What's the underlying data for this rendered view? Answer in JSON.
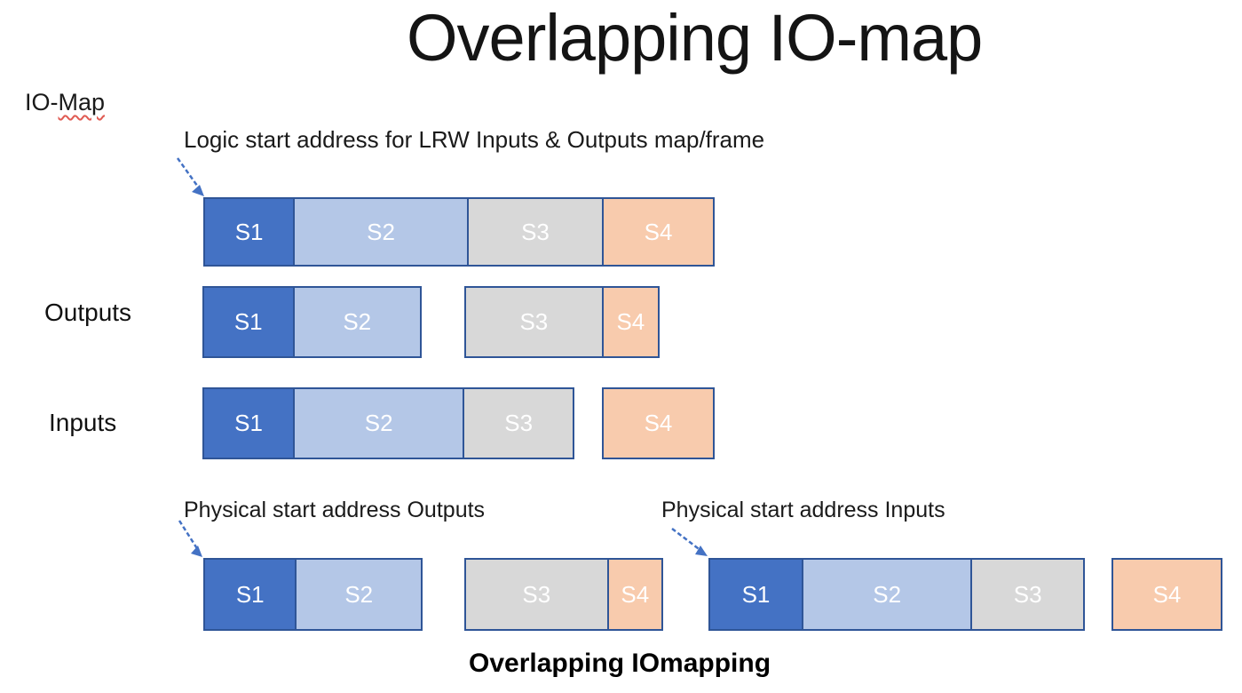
{
  "slide": {
    "title": "Overlapping IO-map",
    "caption": "Overlapping IOmapping"
  },
  "io_map_label": {
    "prefix": "IO-",
    "flagged_word": "Map"
  },
  "annotations": {
    "logic_start": "Logic start address for LRW Inputs & Outputs map/frame",
    "physical_outputs": "Physical start address Outputs",
    "physical_inputs": "Physical start address Inputs"
  },
  "row_labels": {
    "outputs": "Outputs",
    "inputs": "Inputs"
  },
  "segment_labels": {
    "s1": "S1",
    "s2": "S2",
    "s3": "S3",
    "s4": "S4"
  },
  "colors": {
    "segment_s1": "#4472C4",
    "segment_s2": "#B4C7E7",
    "segment_s3": "#D8D8D8",
    "segment_s4": "#F8CBAD",
    "box_border": "#2F5597",
    "arrow": "#4472C4",
    "spellcheck_underline": "#E05A52"
  }
}
